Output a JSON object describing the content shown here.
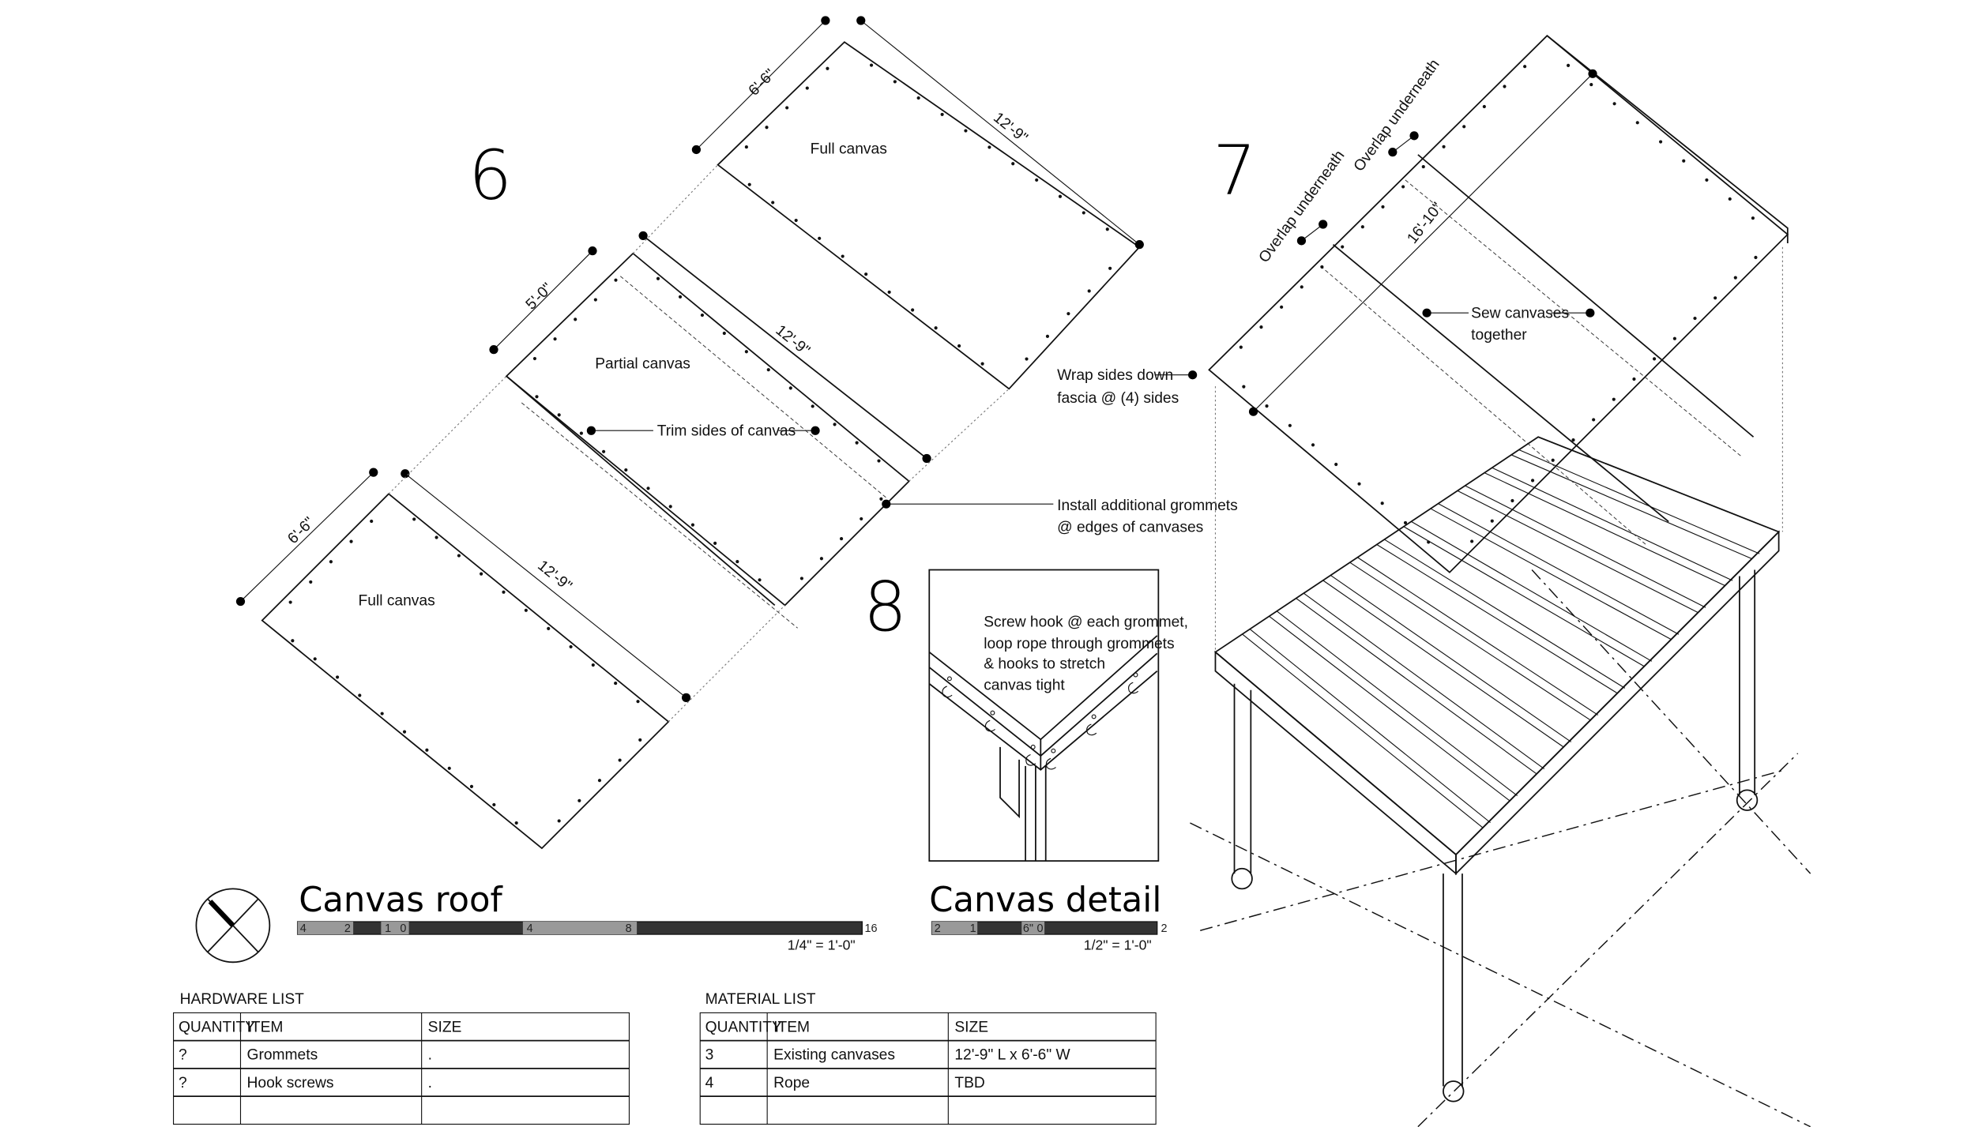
{
  "drawing_6": {
    "number": "6",
    "canvases": [
      {
        "label": "Full canvas",
        "width_dim": "6'-6\"",
        "length_dim": "12'-9\""
      },
      {
        "label": "Partial canvas",
        "width_dim": "5'-0\"",
        "length_dim": "12'-9\""
      },
      {
        "label": "Full canvas",
        "width_dim": "6'-6\"",
        "length_dim": "12'-9\""
      }
    ],
    "notes": {
      "trim": "Trim sides of canvas",
      "grommets_1": "Install additional grommets",
      "grommets_2": "@ edges of canvases"
    }
  },
  "drawing_7": {
    "number": "7",
    "overlap_1": "Overlap underneath",
    "overlap_2": "Overlap underneath",
    "length_dim": "16'-10\"",
    "sew_1": "Sew canvases",
    "sew_2": "together",
    "wrap_1": "Wrap sides down",
    "wrap_2": "fascia @ (4) sides"
  },
  "drawing_8": {
    "number": "8",
    "note": [
      "Screw hook @ each grommet,",
      "loop rope through grommets",
      "& hooks to stretch",
      "canvas tight"
    ]
  },
  "titles": {
    "roof": {
      "title": "Canvas roof",
      "ticks": [
        "4",
        "2",
        "1",
        "0",
        "4",
        "8",
        "16"
      ],
      "scale": "1/4\" = 1'-0\""
    },
    "detail": {
      "title": "Canvas detail",
      "ticks": [
        "2",
        "1",
        "6\"",
        "0",
        "2"
      ],
      "scale": "1/2\" = 1'-0\""
    }
  },
  "hardware_list": {
    "title": "HARDWARE LIST",
    "headers": [
      "QUANTITY",
      "ITEM",
      "SIZE"
    ],
    "rows": [
      [
        "?",
        "Grommets",
        "."
      ],
      [
        "?",
        "Hook screws",
        "."
      ],
      [
        "",
        "",
        ""
      ]
    ]
  },
  "material_list": {
    "title": "MATERIAL LIST",
    "headers": [
      "QUANTITY",
      "ITEM",
      "SIZE"
    ],
    "rows": [
      [
        "3",
        "Existing canvases",
        "12'-9\" L x 6'-6\" W"
      ],
      [
        "4",
        "Rope",
        "TBD"
      ],
      [
        "",
        "",
        ""
      ]
    ]
  }
}
